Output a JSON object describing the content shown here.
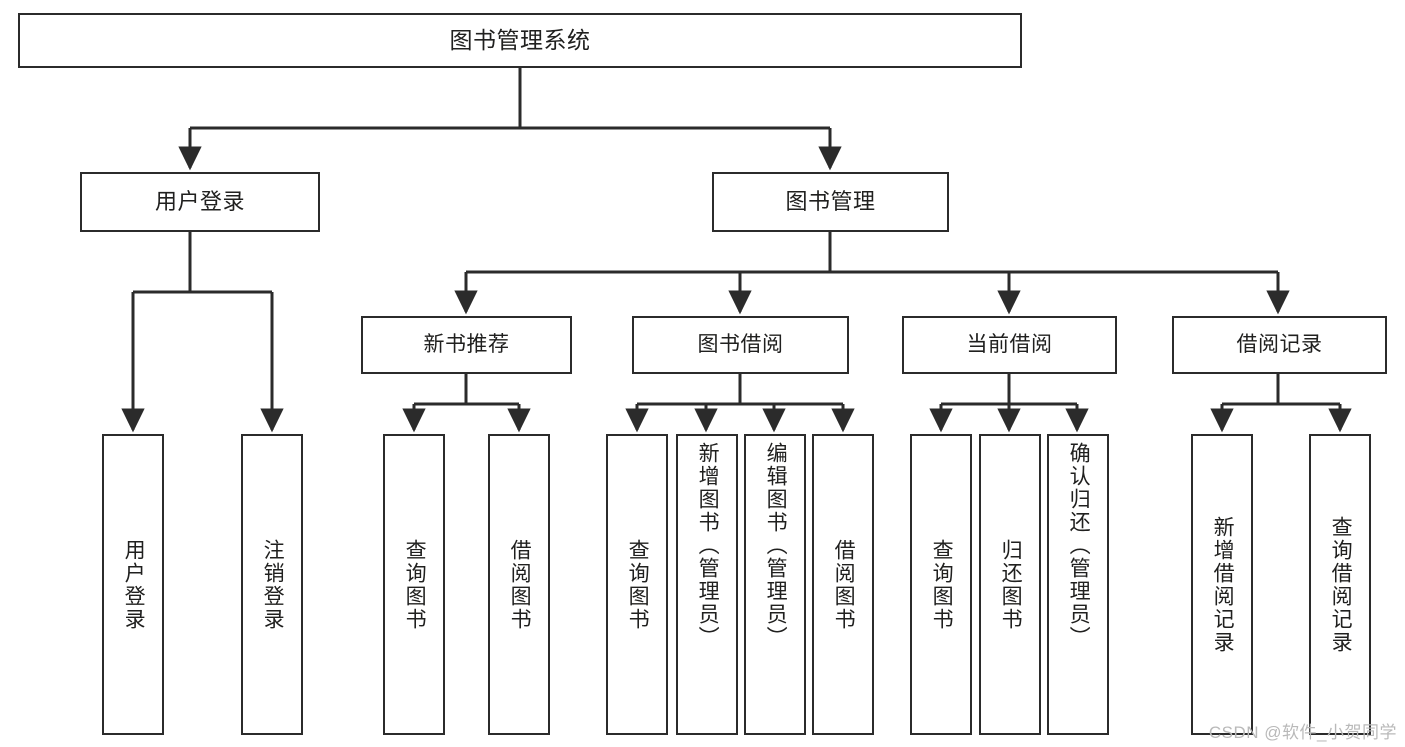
{
  "diagram": {
    "title": "图书管理系统",
    "type": "tree",
    "watermark": "CSDN @软件_小贺同学",
    "colors": {
      "stroke": "#2b2b2b",
      "text": "#20201f",
      "background": "#ffffff",
      "watermark": "#b9b9b9"
    },
    "levels": {
      "root": {
        "label": "图书管理系统"
      },
      "level1": [
        {
          "label": "用户登录"
        },
        {
          "label": "图书管理"
        }
      ],
      "level2": [
        {
          "label": "新书推荐"
        },
        {
          "label": "图书借阅"
        },
        {
          "label": "当前借阅"
        },
        {
          "label": "借阅记录"
        }
      ],
      "leaves": [
        {
          "label": "用户登录",
          "parent": "用户登录"
        },
        {
          "label": "注销登录",
          "parent": "用户登录"
        },
        {
          "label": "查询图书",
          "parent": "新书推荐"
        },
        {
          "label": "借阅图书",
          "parent": "新书推荐"
        },
        {
          "label": "查询图书",
          "parent": "图书借阅"
        },
        {
          "label": "新增图书（管理员）",
          "parent": "图书借阅"
        },
        {
          "label": "编辑图书（管理员）",
          "parent": "图书借阅"
        },
        {
          "label": "借阅图书",
          "parent": "图书借阅"
        },
        {
          "label": "查询图书",
          "parent": "当前借阅"
        },
        {
          "label": "归还图书",
          "parent": "当前借阅"
        },
        {
          "label": "确认归还（管理员）",
          "parent": "当前借阅"
        },
        {
          "label": "新增借阅记录",
          "parent": "借阅记录"
        },
        {
          "label": "查询借阅记录",
          "parent": "借阅记录"
        }
      ]
    }
  }
}
